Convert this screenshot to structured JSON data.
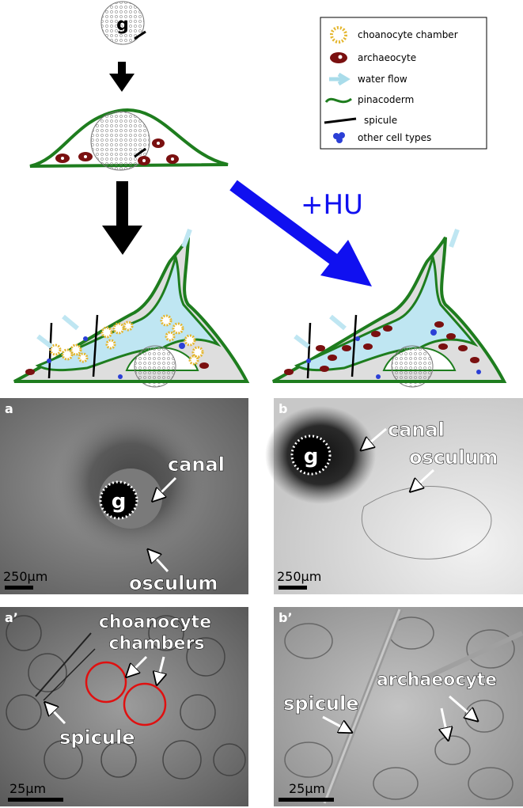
{
  "gemmule_letter": "g",
  "treatment_label": "+HU",
  "legend": {
    "items": [
      {
        "label": "choanocyte chamber",
        "icon": "choanocyte-chamber-icon"
      },
      {
        "label": "archaeocyte",
        "icon": "archaeocyte-icon"
      },
      {
        "label": "water flow",
        "icon": "water-flow-icon"
      },
      {
        "label": "pinacoderm",
        "icon": "pinacoderm-icon"
      },
      {
        "label": "spicule",
        "icon": "spicule-icon"
      },
      {
        "label": "other cell types",
        "icon": "other-cell-types-icon"
      }
    ]
  },
  "colors": {
    "pinacoderm": "#1e7d1e",
    "water": "#bfe6f2",
    "mesohyl": "#dedede",
    "archaeocyte": "#7a1010",
    "other_cells": "#2b3fd6",
    "chamber": "#e4b62e",
    "hu_arrow": "#1010f0"
  },
  "panels": {
    "a": {
      "tag": "a",
      "scale": "250µm",
      "labels": [
        "canal",
        "osculum"
      ],
      "g": "g"
    },
    "b": {
      "tag": "b",
      "scale": "250µm",
      "labels": [
        "canal",
        "osculum"
      ],
      "g": "g"
    },
    "a_prime": {
      "tag": "a’",
      "scale": "25µm",
      "labels": [
        "choanocyte",
        "chambers",
        "spicule"
      ]
    },
    "b_prime": {
      "tag": "b’",
      "scale": "25µm",
      "labels": [
        "archaeocyte",
        "spicule"
      ]
    }
  }
}
